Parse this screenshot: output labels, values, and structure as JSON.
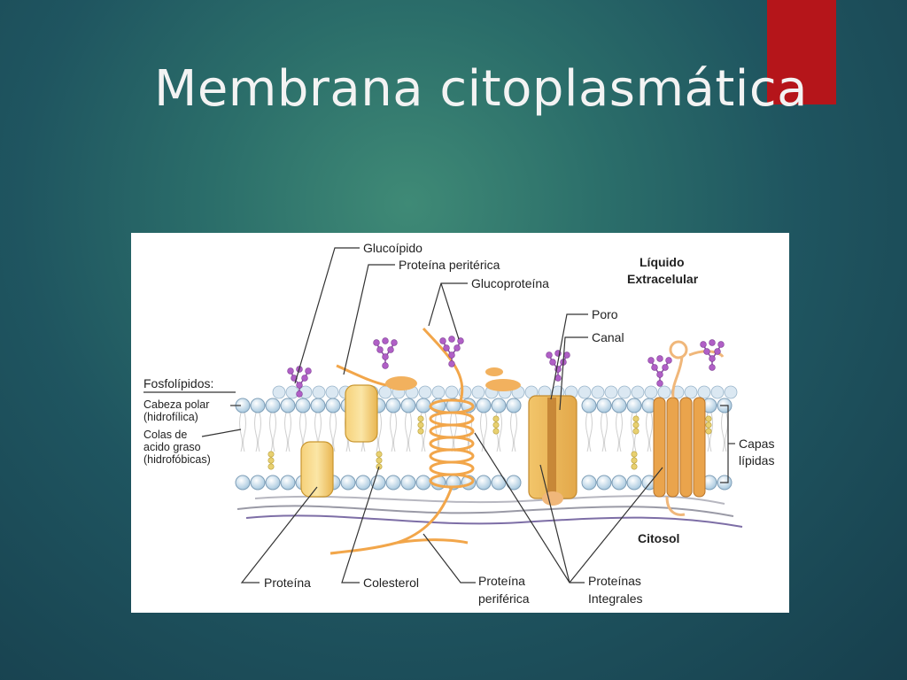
{
  "slide": {
    "title": "Membrana citoplasmática",
    "accent_color": "#b5151a"
  },
  "diagram": {
    "labels": {
      "glucolipido": "Glucoípido",
      "proteina_periterica": "Proteína peritérica",
      "glucoproteina": "Glucoproteína",
      "liquido": "Líquido",
      "extracelular": "Extracelular",
      "poro": "Poro",
      "canal": "Canal",
      "fosfolipidos": "Fosfolípidos:",
      "cabeza_polar": "Cabeza polar",
      "hidrofilica": "(hidrofílica)",
      "colas_de": "Colas de",
      "acido_graso": "acido graso",
      "hidrofobicas": "(hidrofóbicas)",
      "capas": "Capas",
      "lipidas": "lípidas",
      "citosol": "Citosol",
      "proteina": "Proteína",
      "colesterol": "Colesterol",
      "proteina_periferica_1": "Proteína",
      "proteina_periferica_2": "periférica",
      "proteinas_integrales_1": "Proteínas",
      "proteinas_integrales_2": "Integrales"
    }
  }
}
